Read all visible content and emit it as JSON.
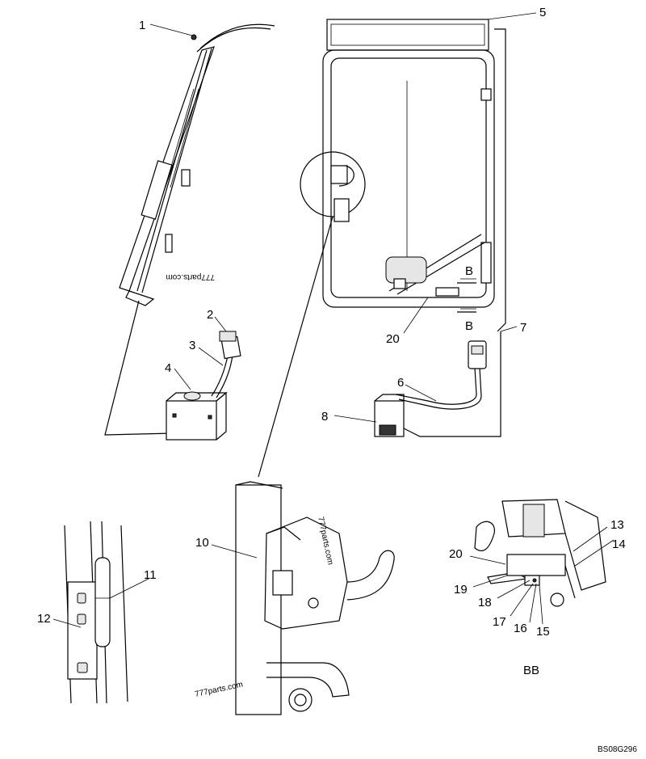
{
  "callouts": [
    {
      "id": "1",
      "label": "1"
    },
    {
      "id": "2",
      "label": "2"
    },
    {
      "id": "3",
      "label": "3"
    },
    {
      "id": "4",
      "label": "4"
    },
    {
      "id": "5",
      "label": "5"
    },
    {
      "id": "6",
      "label": "6"
    },
    {
      "id": "7",
      "label": "7"
    },
    {
      "id": "8",
      "label": "8"
    },
    {
      "id": "10",
      "label": "10"
    },
    {
      "id": "11",
      "label": "11"
    },
    {
      "id": "12",
      "label": "12"
    },
    {
      "id": "13",
      "label": "13"
    },
    {
      "id": "14",
      "label": "14"
    },
    {
      "id": "15",
      "label": "15"
    },
    {
      "id": "16",
      "label": "16"
    },
    {
      "id": "17",
      "label": "17"
    },
    {
      "id": "18",
      "label": "18"
    },
    {
      "id": "19",
      "label": "19"
    },
    {
      "id": "20a",
      "label": "20"
    },
    {
      "id": "20b",
      "label": "20"
    }
  ],
  "section_markers": {
    "b_top": "B",
    "b_bottom": "B",
    "bb_view": "BB"
  },
  "watermarks": [
    "777parts.com",
    "777parts.com",
    "777parts.com"
  ],
  "drawing_code": "BS08G296"
}
